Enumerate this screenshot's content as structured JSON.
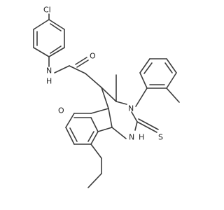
{
  "molecule": {
    "atoms": {
      "cl": "Cl",
      "n_amide": "N",
      "h_amide": "H",
      "o_carbonyl": "O",
      "o_ring": "O",
      "n_ring": "N",
      "n_thio": "N",
      "h_thio": "H",
      "s": "S"
    }
  }
}
